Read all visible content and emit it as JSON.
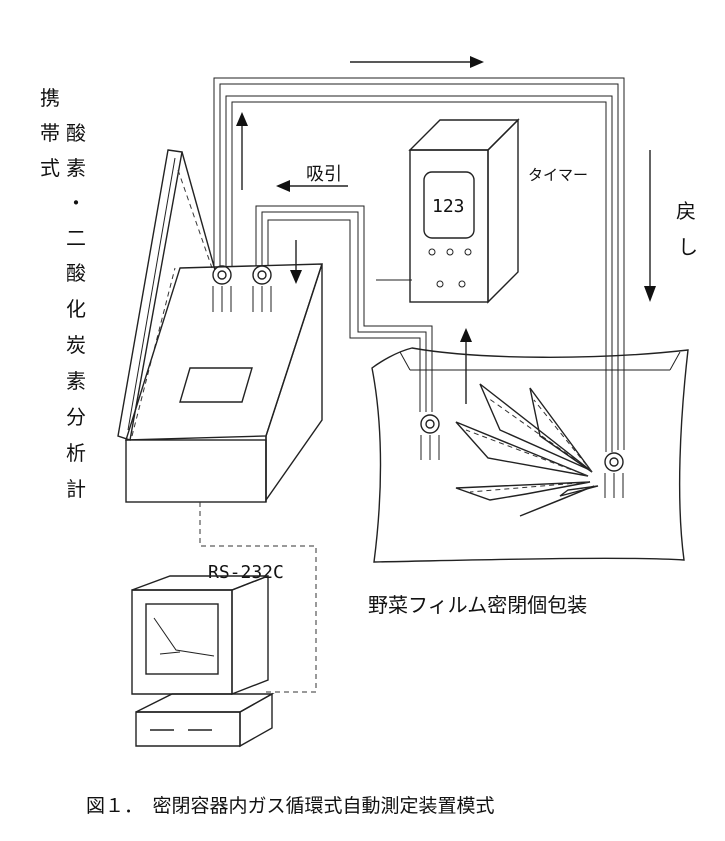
{
  "analyzer_label": {
    "col1": [
      "携",
      "帯",
      "式"
    ],
    "col2": [
      "酸",
      "素",
      "・",
      "二",
      "酸",
      "化",
      "炭",
      "素",
      "分",
      "析",
      "計"
    ]
  },
  "suction_label": "吸引",
  "timer_label": "タイマー",
  "timer_display": "123",
  "return_label": [
    "戻",
    "し"
  ],
  "serial_label": "RS-232C",
  "package_label": "野菜フィルム密閉個包装",
  "figure_caption": "図１．　密閉容器内ガス循環式自動測定装置模式"
}
